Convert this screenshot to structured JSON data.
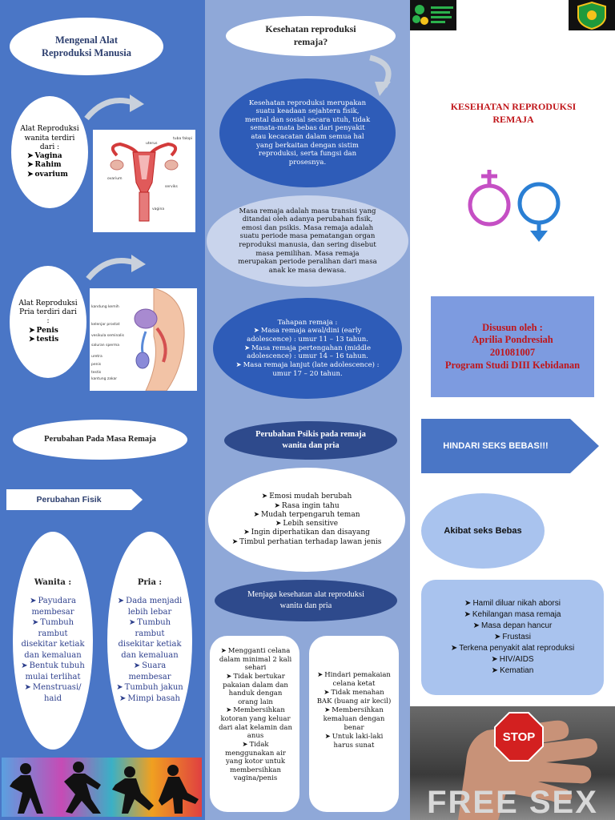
{
  "left_top": {
    "title": "Mengenal Alat Reproduksi Manusia",
    "female_intro": "Alat Reproduksi wanita terdiri dari :",
    "female_items": [
      "Vagina",
      "Rahim",
      "ovarium"
    ],
    "female_labels": [
      "uterus",
      "tuba falopi",
      "ovarium",
      "vagina",
      "serviks"
    ],
    "male_intro": "Alat Reproduksi Pria terdiri dari :",
    "male_items": [
      "Penis",
      "testis"
    ],
    "male_labels": [
      "kandung kemih",
      "kelenjar prostat",
      "vesikula seminalis",
      "saluran sperma",
      "uretra",
      "penis",
      "testis",
      "kantung zakar"
    ]
  },
  "mid_top": {
    "question": "Kesehatan reproduksi remaja?",
    "definition": "Kesehatan reproduksi merupakan suatu keadaan sejahtera fisik, mental dan sosial secara utuh, tidak semata-mata bebas dari penyakit atau kecacatan dalam semua hal yang berkaitan dengan sistim reproduksi, serta fungsi dan prosesnya.",
    "masa_remaja": "Masa remaja adalah masa transisi yang ditandai oleh adanya perubahan fisik, emosi dan psikis. Masa remaja adalah suatu periode masa pematangan organ reproduksi manusia, dan sering disebut masa pemilihan. Masa remaja merupakan periode peralihan dari masa anak ke masa dewasa.",
    "tahapan_title": "Tahapan remaja :",
    "tahapan": [
      "Masa remaja awal/dini (early adolescence) : umur 11 – 13 tahun.",
      "Masa remaja pertengahan (middle adolescence) : umur 14 – 16 tahun.",
      "Masa remaja lanjut (late adolescence) : umur 17 – 20 tahun."
    ]
  },
  "cover": {
    "title": "KESEHATAN REPRODUKSI REMAJA",
    "by_label": "Disusun oleh :",
    "author": "Aprilia Pondresiah",
    "nim": "201081007",
    "program": "Program Studi DIII Kebidanan"
  },
  "left_bottom": {
    "title": "Perubahan Pada Masa Remaja",
    "fisik": "Perubahan Fisik",
    "wanita_label": "Wanita :",
    "wanita_items": [
      "Payudara membesar",
      "Tumbuh rambut disekitar ketiak dan kemaluan",
      "Bentuk tubuh mulai terlihat",
      "Menstruasi/ haid"
    ],
    "pria_label": "Pria :",
    "pria_items": [
      "Dada menjadi lebih lebar",
      "Tumbuh rambut disekitar ketiak dan kemaluan",
      "Suara membesar",
      "Tumbuh jakun",
      "Mimpi basah"
    ]
  },
  "mid_bottom": {
    "psikis_title": "Perubahan Psikis pada remaja wanita dan pria",
    "psikis_items": [
      "Emosi mudah berubah",
      "Rasa ingin tahu",
      "Mudah terpengaruh teman",
      "Lebih sensitive",
      "Ingin diperhatikan dan disayang",
      "Timbul perhatian terhadap lawan jenis"
    ],
    "menjaga_title": "Menjaga kesehatan alat reproduksi wanita dan pria",
    "menjaga_left": [
      "Mengganti celana dalam minimal 2 kali sehari",
      "Tidak bertukar pakaian dalam dan handuk dengan orang lain",
      "Membersihkan kotoran yang keluar dari alat kelamin dan anus",
      "Tidak menggunakan air yang kotor untuk membersihkan vagina/penis"
    ],
    "menjaga_right": [
      "Hindari pemakaian celana ketat",
      "Tidak menahan BAK (buang air kecil)",
      "Membersihkan kemaluan dengan benar",
      "Untuk laki-laki harus sunat"
    ]
  },
  "right_bottom": {
    "banner": "HINDARI SEKS BEBAS!!!",
    "akibat_title": "Akibat seks Bebas",
    "akibat_items": [
      "Hamil diluar nikah aborsi",
      "Kehilangan masa remaja",
      "Masa depan hancur",
      "Frustasi",
      "Terkena penyakit alat reproduksi",
      "HIV/AIDS",
      "Kematian"
    ],
    "photo_stop": "STOP",
    "photo_caption": "FREE SEX"
  },
  "colors": {
    "left_blue": "#4a76c6",
    "mid_blue": "#8fa8d8",
    "navy": "#2e4a8c",
    "cover_box": "#7d9be0",
    "cover_red": "#c0161a",
    "light_blue": "#a9c3ee"
  }
}
